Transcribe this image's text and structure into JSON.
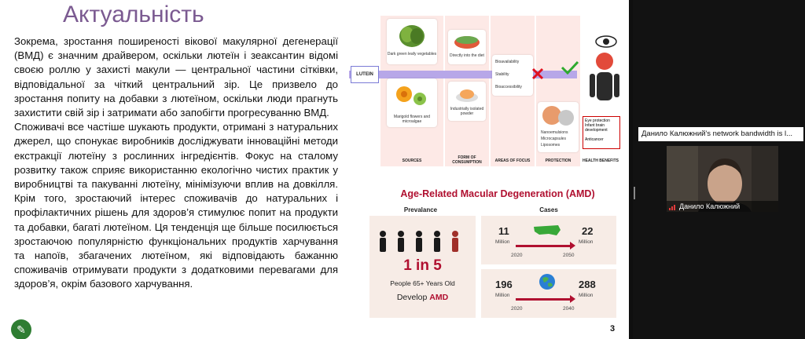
{
  "slide": {
    "title": "Актуальність",
    "paragraph1": "Зокрема, зростання поширеності вікової макулярної дегенерації (ВМД) є значним драйвером, оскільки лютеїн і зеаксантин відомі своєю роллю у захисті макули — центральної частини сітківки, відповідальної за чіткий центральний зір. Це призвело до зростання попиту на добавки з лютеїном, оскільки люди прагнуть захистити свій зір і затримати або запобігти прогресуванню ВМД.",
    "paragraph2": "Споживачі все частіше шукають продукти, отримані з натуральних джерел, що спонукає виробників досліджувати інноваційні методи екстракції лютеїну з рослинних інгредієнтів. Фокус на сталому розвитку також сприяє використанню екологічно чистих практик у виробництві та пакуванні лютеїну, мінімізуючи вплив на довкілля. Крім того, зростаючий інтерес споживачів до натуральних і профілактичних рішень для здоров’я стимулює попит на продукти та добавки, багаті лютеїном. Ця тенденція ще більше посилюється зростаючою популярністю функціональних продуктів харчування та напоїв, збагачених лютеїном, які відповідають бажанню споживачів отримувати продукти з додатковими перевагами для здоров’я, окрім базового харчування.",
    "slide_number": "3"
  },
  "lutein_figure": {
    "lutein_label": "LUTEIN",
    "source_1": "Dark green leafy vegetables",
    "source_2": "Marigold flowers and microalgae",
    "form_1": "Directly into the diet",
    "form_2": "Industrially isolated powder",
    "focus": [
      "Bioavailability",
      "Stability",
      "Bioaccessibility"
    ],
    "protection": [
      "Nanoemulsions",
      "Microcapsules",
      "Liposomes"
    ],
    "benefits": [
      "Eye protection",
      "Infant brain development",
      "Anticancer"
    ],
    "headers": {
      "sources": "SOURCES",
      "form": "FORM OF CONSUMPTION",
      "focus": "AREAS OF FOCUS",
      "protection": "PROTECTION",
      "benefits": "HEALTH BENEFITS"
    }
  },
  "amd": {
    "title": "Age-Related Macular Degeneration (AMD)",
    "prevalance_label": "Prevalance",
    "cases_label": "Cases",
    "one_in_five": "1 in 5",
    "prevalence_text": "People 65+ Years Old",
    "develop_text": "Develop",
    "develop_bold": "AMD",
    "us_from": "11",
    "us_to": "22",
    "us_year_from": "2020",
    "us_year_to": "2050",
    "world_from": "196",
    "world_to": "288",
    "world_year_from": "2020",
    "world_year_to": "2040",
    "million": "Million"
  },
  "meeting": {
    "network_banner": "Данило Калюжний's network bandwidth is l...",
    "participant_name": "Данило Калюжний"
  },
  "colors": {
    "title": "#7b5a91",
    "amd_accent": "#b01030",
    "panel_bg": "#f7ece6"
  }
}
